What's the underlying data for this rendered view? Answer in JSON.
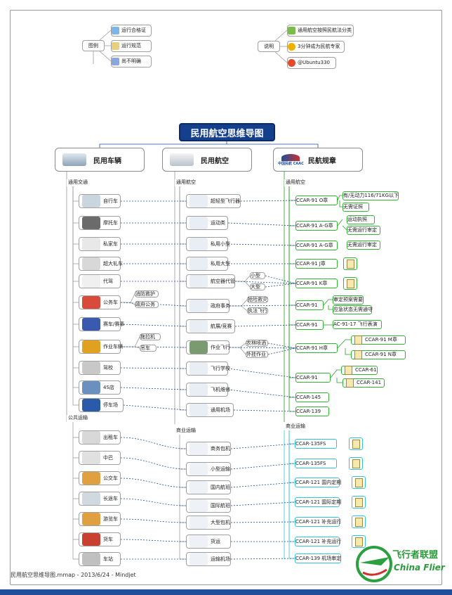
{
  "title": "民用航空思维导图",
  "legend": {
    "label": "图例",
    "items": [
      {
        "label": "运行合格证",
        "icon": "certificate-icon"
      },
      {
        "label": "运行规范",
        "icon": "spec-doc-icon"
      },
      {
        "label": "尚不明确",
        "icon": "question-icon"
      }
    ]
  },
  "note": {
    "label": "说明",
    "items": [
      {
        "label": "通用航空按照民航法分类",
        "icon": "grid-icon"
      },
      {
        "label": "3分钟成为民航专家",
        "icon": "key-icon"
      },
      {
        "label": "@Ubuntu330",
        "icon": "weibo-icon"
      }
    ]
  },
  "branches": {
    "vehicles": "民用车辆",
    "aviation": "民用航空",
    "rules": "民航规章",
    "caac_logo": "中国民航 CAAC"
  },
  "vehicles": {
    "g1": "通用交通",
    "g1_items": [
      "自行车",
      "摩托车",
      "私家车",
      "超大轧车",
      "代驾",
      "公务车",
      "赛车/赛事",
      "作业车辆",
      "驾校",
      "4S店",
      "停车场"
    ],
    "gov_tags": [
      "消防救护",
      "政府公务"
    ],
    "work_tags": [
      "拖拉机",
      "吊车"
    ],
    "g2": "公共运输",
    "g2_items": [
      "出租车",
      "中巴",
      "公交车",
      "长途车",
      "游览车",
      "货车",
      "车站"
    ]
  },
  "aviation": {
    "g1": "通用航空",
    "g1_items": [
      "超轻型飞行器",
      "运动类",
      "私用小型",
      "私用大型",
      "航空器代管",
      "政府事务",
      "航展/竞赛",
      "作业飞行",
      "飞行学校",
      "飞机维修",
      "通用机场"
    ],
    "size_tags": [
      "小型",
      "大型"
    ],
    "gov_tags": [
      "抢险救灾",
      "执法飞行"
    ],
    "work_tags": [
      "农林喷洒",
      "外挂作业"
    ],
    "g2": "商业运输",
    "g2_items": [
      "商务包机",
      "小型运输",
      "国内航班",
      "国际航班",
      "大型包机",
      "货运",
      "运输机场"
    ]
  },
  "rules": {
    "g1": "通用航空",
    "g1_items": [
      "CCAR-91 O章",
      "CCAR-91 A-G章",
      "CCAR-91 A-G章",
      "CCAR-91 J章",
      "CCAR-91 K章",
      "CCAR-91",
      "CCAR-91",
      "CCAR-91 H章",
      "CCAR-91",
      "CCAR-145",
      "CCAR-139"
    ],
    "details": [
      "有/无动力116/71KG以下",
      "无需证照",
      "运动执照",
      "无需运行审定",
      "无需运行审定",
      "审定预案需要",
      "应急状态无需通守",
      "AC-91-17 飞行表演",
      "CCAR-91 M章",
      "CCAR-91 N章",
      "CCAR-61",
      "CCAR-141"
    ],
    "g2": "商业运输",
    "g2_items": [
      "CCAR-135FS",
      "CCAR-135FS",
      "CCAR-121 国内定期",
      "CCAR-121 国际定期",
      "CCAR-121 补充运行",
      "CCAR-121 补充运行",
      "CCAR-139 机场审定"
    ]
  },
  "footer": "民用航空思维导图.mmap - 2013/6/24 - Mindjet",
  "watermark": {
    "cn": "飞行者联盟",
    "en": "China Flier"
  },
  "colors": {
    "title_bg": "#143f8c",
    "green": "#32b532",
    "cyan": "#33c3d8",
    "blue_link": "#1f4e9a"
  }
}
